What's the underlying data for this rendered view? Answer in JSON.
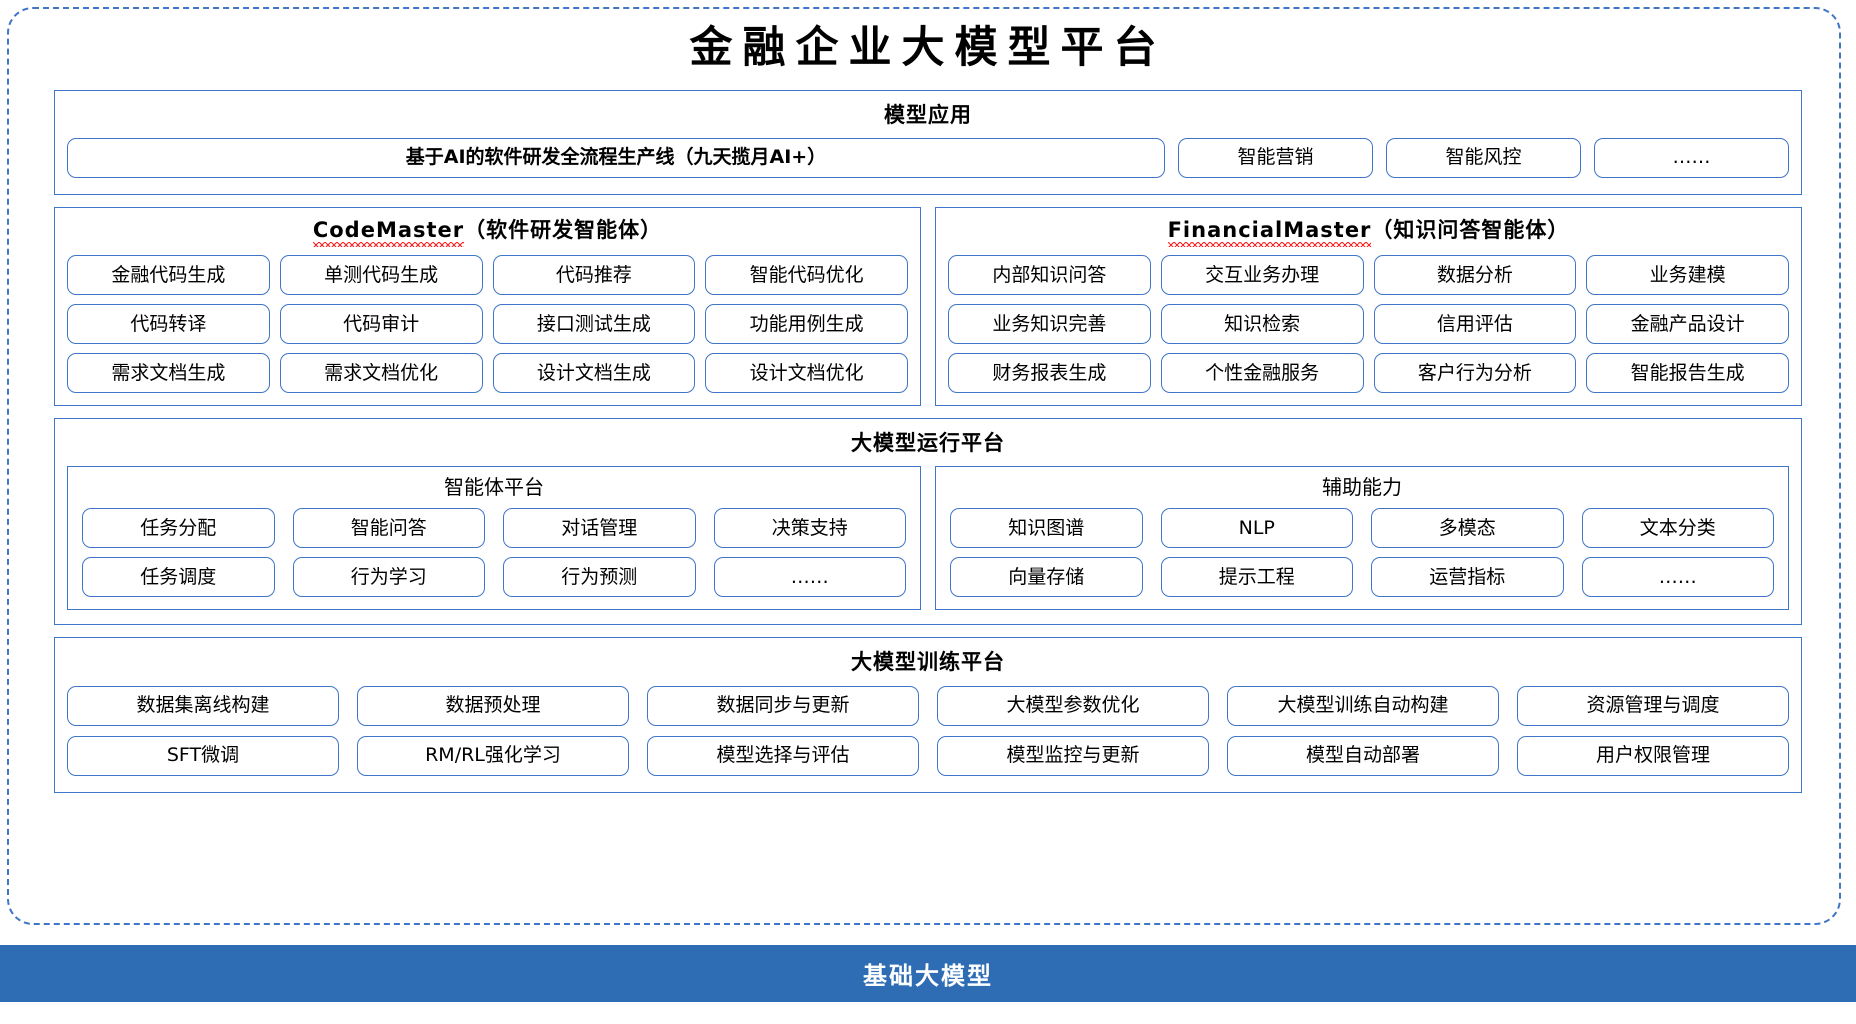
{
  "page": {
    "title": "金融企业大模型平台"
  },
  "colors": {
    "border_blue": "#3f76c7",
    "base_bar_blue": "#2e6db4",
    "spellcheck_red": "#ff2020",
    "text_black": "#000000",
    "base_bar_text": "#ffffff"
  },
  "model_application": {
    "title": "模型应用",
    "primary_item": "基于AI的软件研发全流程生产线（九天揽月AI+）",
    "items": [
      "智能营销",
      "智能风控",
      "……"
    ]
  },
  "agents": [
    {
      "name_en": "CodeMaster",
      "name_cn": "（软件研发智能体）",
      "spellcheck_flagged": true,
      "items": [
        "金融代码生成",
        "单测代码生成",
        "代码推荐",
        "智能代码优化",
        "代码转译",
        "代码审计",
        "接口测试生成",
        "功能用例生成",
        "需求文档生成",
        "需求文档优化",
        "设计文档生成",
        "设计文档优化"
      ]
    },
    {
      "name_en": "FinancialMaster",
      "name_cn": "（知识问答智能体）",
      "spellcheck_flagged": true,
      "items": [
        "内部知识问答",
        "交互业务办理",
        "数据分析",
        "业务建模",
        "业务知识完善",
        "知识检索",
        "信用评估",
        "金融产品设计",
        "财务报表生成",
        "个性金融服务",
        "客户行为分析",
        "智能报告生成"
      ]
    }
  ],
  "runtime_platform": {
    "title": "大模型运行平台",
    "panels": [
      {
        "title": "智能体平台",
        "items": [
          "任务分配",
          "智能问答",
          "对话管理",
          "决策支持",
          "任务调度",
          "行为学习",
          "行为预测",
          "……"
        ]
      },
      {
        "title": "辅助能力",
        "items": [
          "知识图谱",
          "NLP",
          "多模态",
          "文本分类",
          "向量存储",
          "提示工程",
          "运营指标",
          "……"
        ]
      }
    ]
  },
  "training_platform": {
    "title": "大模型训练平台",
    "items": [
      "数据集离线构建",
      "数据预处理",
      "数据同步与更新",
      "大模型参数优化",
      "大模型训练自动构建",
      "资源管理与调度",
      "SFT微调",
      "RM/RL强化学习",
      "模型选择与评估",
      "模型监控与更新",
      "模型自动部署",
      "用户权限管理"
    ]
  },
  "base_model_bar": {
    "label": "基础大模型"
  }
}
